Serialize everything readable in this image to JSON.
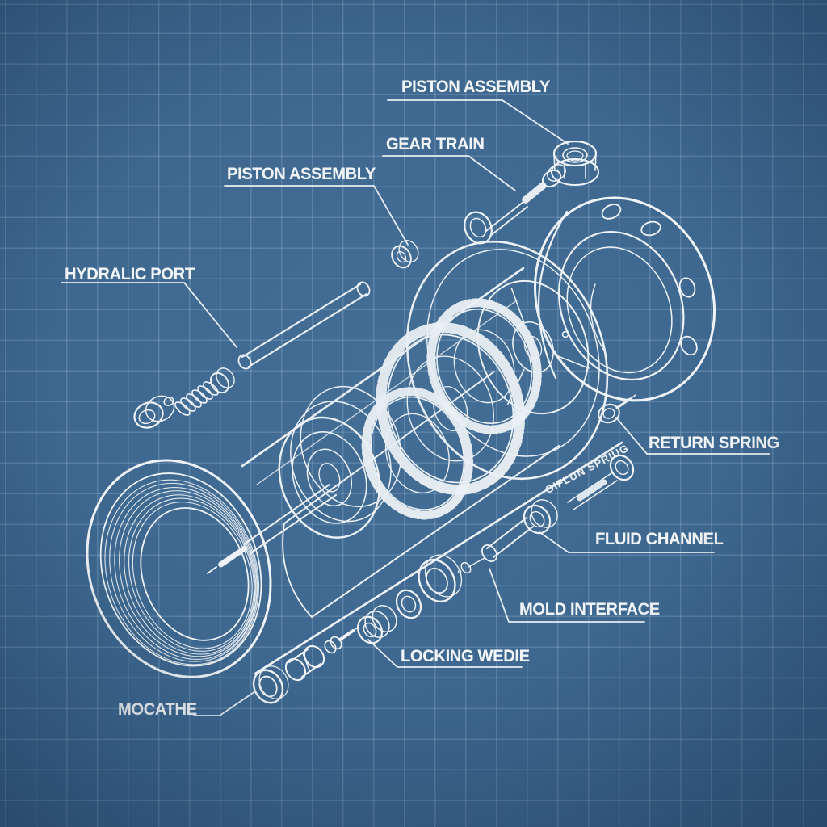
{
  "diagram": {
    "style": "blueprint",
    "colors": {
      "background": "#3e6890",
      "grid": "#a9c9e2",
      "line": "#f2f5f8"
    }
  },
  "labels": [
    {
      "id": "piston-assembly-top",
      "text": "PISTON ASSEMBLY"
    },
    {
      "id": "gear-train",
      "text": "GEAR TRAIN"
    },
    {
      "id": "piston-assembly-left",
      "text": "PISTON ASSEMBLY"
    },
    {
      "id": "hydralic-port",
      "text": "HYDRALIC PORT"
    },
    {
      "id": "return-spring",
      "text": "RETURN SPRING"
    },
    {
      "id": "fluid-channel",
      "text": "FLUID CHANNEL"
    },
    {
      "id": "mold-interface",
      "text": "MOLD INTERFACE"
    },
    {
      "id": "locking-wedie",
      "text": "LOCKING WEDIE"
    },
    {
      "id": "mocathe",
      "text": "MOCATHE"
    },
    {
      "id": "etched-bolt-text",
      "text": "OIFLUN SPRIUG"
    }
  ]
}
